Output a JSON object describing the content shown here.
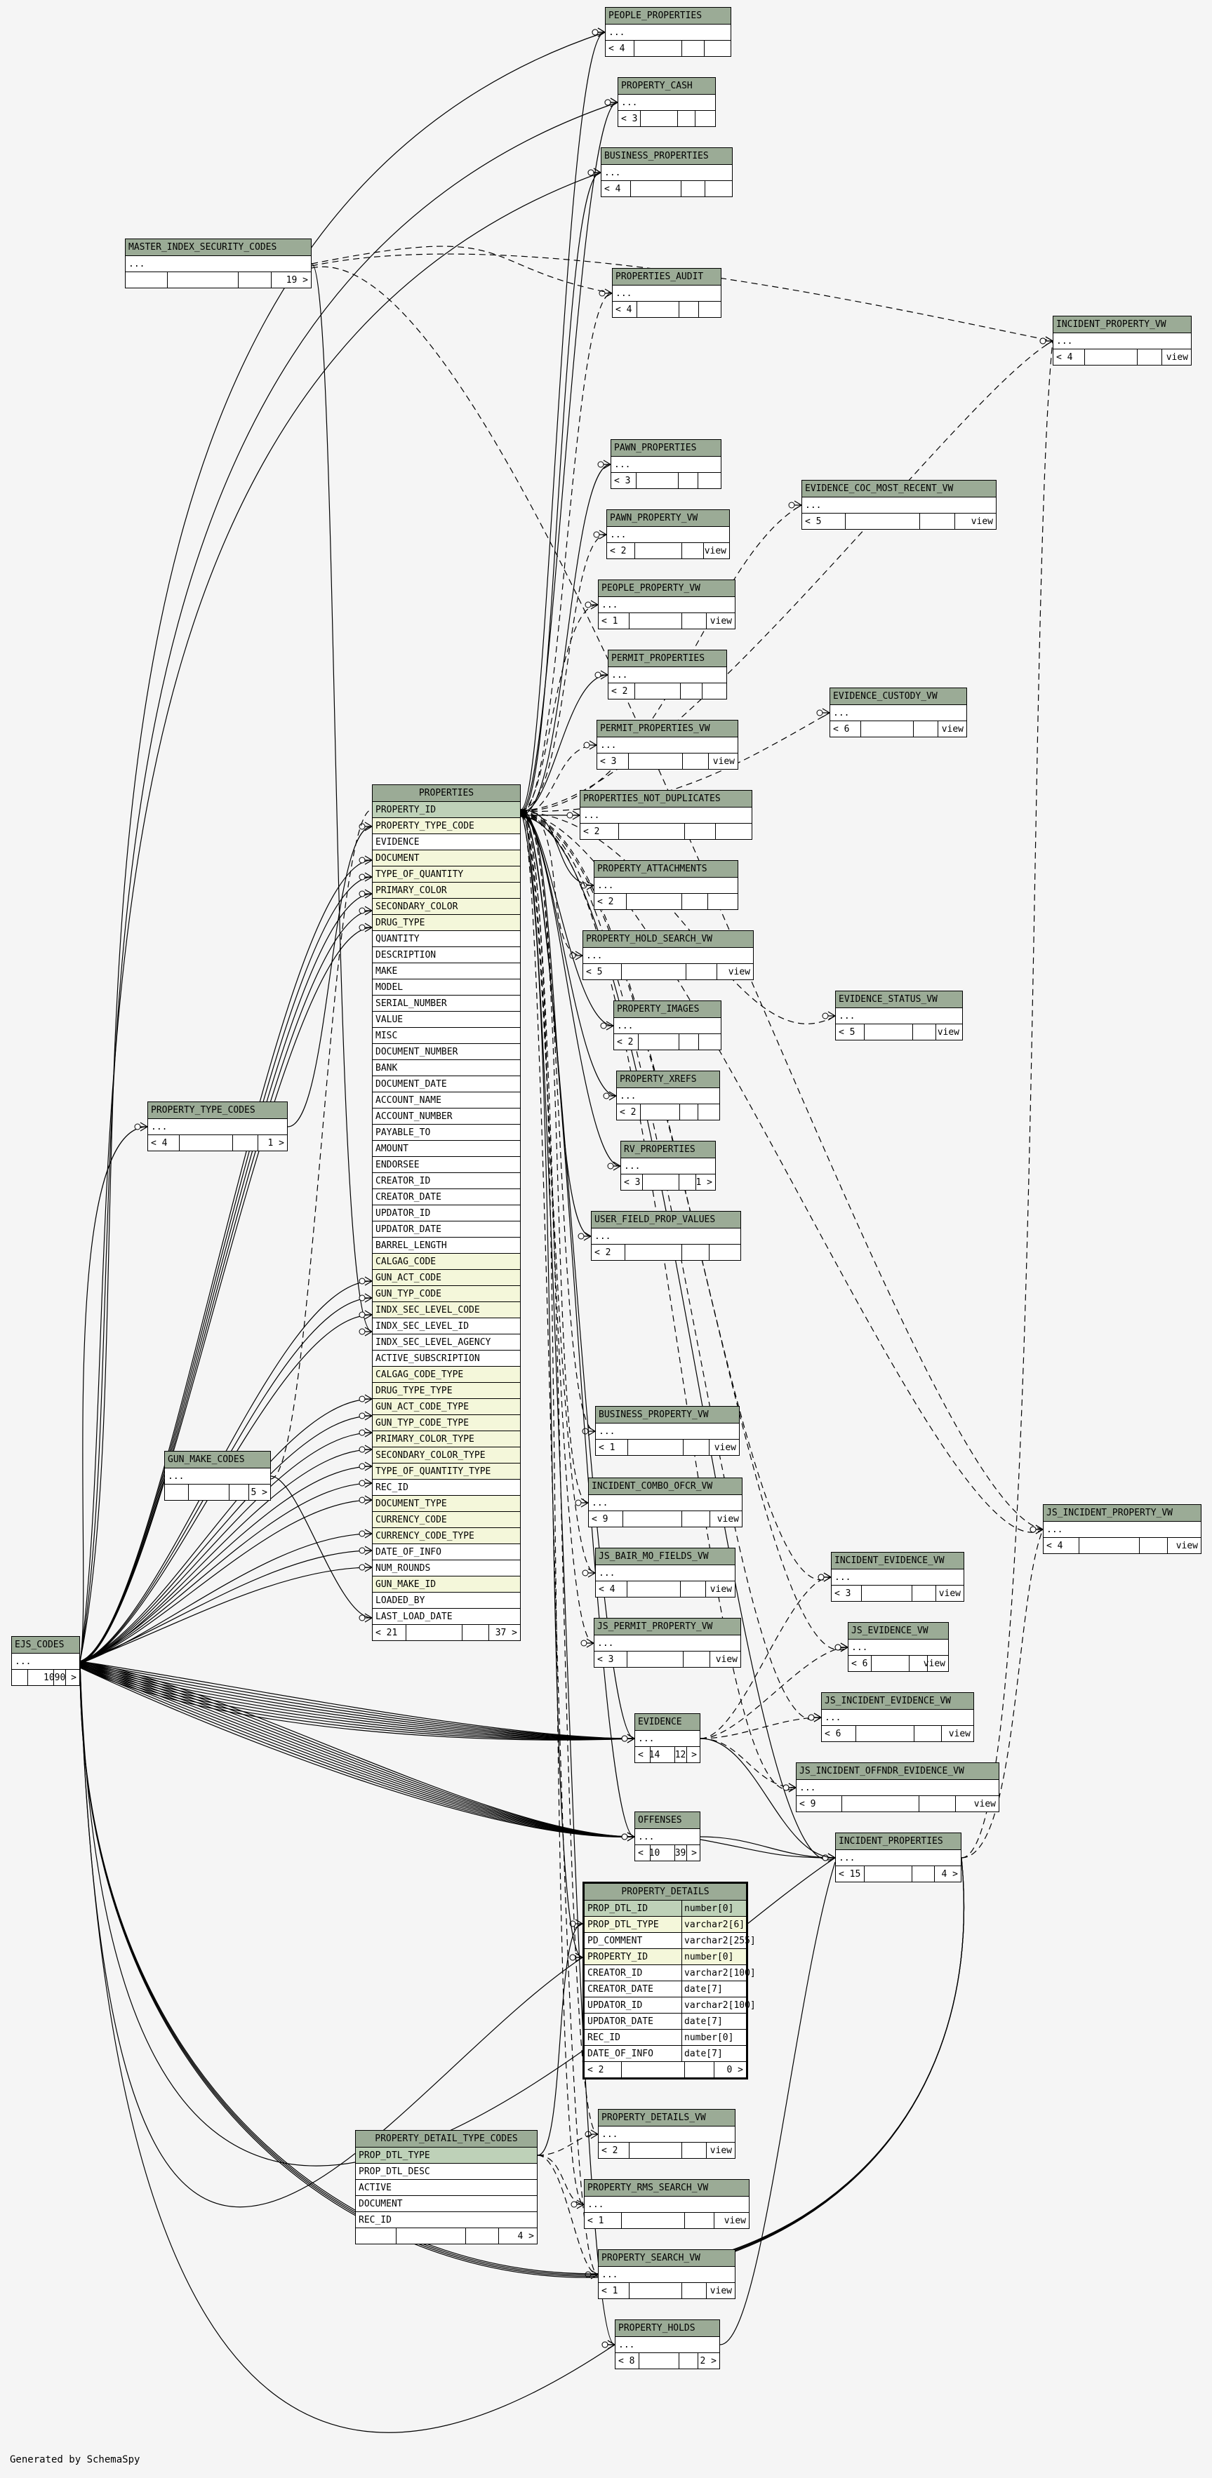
{
  "footer": "Generated by SchemaSpy",
  "colors": {
    "header": "#9bab96",
    "primary_key": "#bed1b8",
    "foreign_key": "#f4f7da",
    "line": "#000000"
  },
  "tables": [
    {
      "id": "people_properties",
      "name": "PEOPLE_PROPERTIES",
      "rows": [
        "..."
      ],
      "foot_left": "< 4",
      "foot_right": ""
    },
    {
      "id": "property_cash",
      "name": "PROPERTY_CASH",
      "rows": [
        "..."
      ],
      "foot_left": "< 3",
      "foot_right": ""
    },
    {
      "id": "business_properties",
      "name": "BUSINESS_PROPERTIES",
      "rows": [
        "..."
      ],
      "foot_left": "< 4",
      "foot_right": ""
    },
    {
      "id": "master_index_security_codes",
      "name": "MASTER_INDEX_SECURITY_CODES",
      "rows": [
        "..."
      ],
      "foot_left": "",
      "foot_right": "19 >"
    },
    {
      "id": "properties_audit",
      "name": "PROPERTIES_AUDIT",
      "rows": [
        "..."
      ],
      "foot_left": "< 4",
      "foot_right": ""
    },
    {
      "id": "incident_property_vw",
      "name": "INCIDENT_PROPERTY_VW",
      "rows": [
        "..."
      ],
      "foot_left": "< 4",
      "foot_right": "view"
    },
    {
      "id": "pawn_properties",
      "name": "PAWN_PROPERTIES",
      "rows": [
        "..."
      ],
      "foot_left": "< 3",
      "foot_right": ""
    },
    {
      "id": "evidence_coc_most_recent_vw",
      "name": "EVIDENCE_COC_MOST_RECENT_VW",
      "rows": [
        "..."
      ],
      "foot_left": "< 5",
      "foot_right": "view"
    },
    {
      "id": "pawn_property_vw",
      "name": "PAWN_PROPERTY_VW",
      "rows": [
        "..."
      ],
      "foot_left": "< 2",
      "foot_right": "view"
    },
    {
      "id": "people_property_vw",
      "name": "PEOPLE_PROPERTY_VW",
      "rows": [
        "..."
      ],
      "foot_left": "< 1",
      "foot_right": "view"
    },
    {
      "id": "permit_properties",
      "name": "PERMIT_PROPERTIES",
      "rows": [
        "..."
      ],
      "foot_left": "< 2",
      "foot_right": ""
    },
    {
      "id": "evidence_custody_vw",
      "name": "EVIDENCE_CUSTODY_VW",
      "rows": [
        "..."
      ],
      "foot_left": "< 6",
      "foot_right": "view"
    },
    {
      "id": "permit_properties_vw",
      "name": "PERMIT_PROPERTIES_VW",
      "rows": [
        "..."
      ],
      "foot_left": "< 3",
      "foot_right": "view"
    },
    {
      "id": "properties_not_duplicates",
      "name": "PROPERTIES_NOT_DUPLICATES",
      "rows": [
        "..."
      ],
      "foot_left": "< 2",
      "foot_right": ""
    },
    {
      "id": "property_attachments",
      "name": "PROPERTY_ATTACHMENTS",
      "rows": [
        "..."
      ],
      "foot_left": "< 2",
      "foot_right": ""
    },
    {
      "id": "property_hold_search_vw",
      "name": "PROPERTY_HOLD_SEARCH_VW",
      "rows": [
        "..."
      ],
      "foot_left": "< 5",
      "foot_right": "view"
    },
    {
      "id": "evidence_status_vw",
      "name": "EVIDENCE_STATUS_VW",
      "rows": [
        "..."
      ],
      "foot_left": "< 5",
      "foot_right": "view"
    },
    {
      "id": "property_images",
      "name": "PROPERTY_IMAGES",
      "rows": [
        "..."
      ],
      "foot_left": "< 2",
      "foot_right": ""
    },
    {
      "id": "property_xrefs",
      "name": "PROPERTY_XREFS",
      "rows": [
        "..."
      ],
      "foot_left": "< 2",
      "foot_right": ""
    },
    {
      "id": "property_type_codes",
      "name": "PROPERTY_TYPE_CODES",
      "rows": [
        "..."
      ],
      "foot_left": "< 4",
      "foot_right": "1 >"
    },
    {
      "id": "rv_properties",
      "name": "RV_PROPERTIES",
      "rows": [
        "..."
      ],
      "foot_left": "< 3",
      "foot_right": "1 >"
    },
    {
      "id": "user_field_prop_values",
      "name": "USER_FIELD_PROP_VALUES",
      "rows": [
        "..."
      ],
      "foot_left": "< 2",
      "foot_right": ""
    },
    {
      "id": "business_property_vw",
      "name": "BUSINESS_PROPERTY_VW",
      "rows": [
        "..."
      ],
      "foot_left": "< 1",
      "foot_right": "view"
    },
    {
      "id": "gun_make_codes",
      "name": "GUN_MAKE_CODES",
      "rows": [
        "..."
      ],
      "foot_left": "",
      "foot_right": "5 >"
    },
    {
      "id": "incident_combo_ofcr_vw",
      "name": "INCIDENT_COMBO_OFCR_VW",
      "rows": [
        "..."
      ],
      "foot_left": "< 9",
      "foot_right": "view"
    },
    {
      "id": "js_incident_property_vw",
      "name": "JS_INCIDENT_PROPERTY_VW",
      "rows": [
        "..."
      ],
      "foot_left": "< 4",
      "foot_right": "view"
    },
    {
      "id": "js_bair_mo_fields_vw",
      "name": "JS_BAIR_MO_FIELDS_VW",
      "rows": [
        "..."
      ],
      "foot_left": "< 4",
      "foot_right": "view"
    },
    {
      "id": "incident_evidence_vw",
      "name": "INCIDENT_EVIDENCE_VW",
      "rows": [
        "..."
      ],
      "foot_left": "< 3",
      "foot_right": "view"
    },
    {
      "id": "js_permit_property_vw",
      "name": "JS_PERMIT_PROPERTY_VW",
      "rows": [
        "..."
      ],
      "foot_left": "< 3",
      "foot_right": "view"
    },
    {
      "id": "js_evidence_vw",
      "name": "JS_EVIDENCE_VW",
      "rows": [
        "..."
      ],
      "foot_left": "< 6",
      "foot_right": "view"
    },
    {
      "id": "ejs_codes",
      "name": "EJS_CODES",
      "rows": [
        "..."
      ],
      "foot_left": "",
      "foot_right": "1090 >"
    },
    {
      "id": "js_incident_evidence_vw",
      "name": "JS_INCIDENT_EVIDENCE_VW",
      "rows": [
        "..."
      ],
      "foot_left": "< 6",
      "foot_right": "view"
    },
    {
      "id": "evidence",
      "name": "EVIDENCE",
      "rows": [
        "..."
      ],
      "foot_left": "< 14",
      "foot_right": "12 >"
    },
    {
      "id": "js_incident_offndr_evidence_vw",
      "name": "JS_INCIDENT_OFFNDR_EVIDENCE_VW",
      "rows": [
        "..."
      ],
      "foot_left": "< 9",
      "foot_right": "view"
    },
    {
      "id": "offenses",
      "name": "OFFENSES",
      "rows": [
        "..."
      ],
      "foot_left": "< 10",
      "foot_right": "39 >"
    },
    {
      "id": "incident_properties",
      "name": "INCIDENT_PROPERTIES",
      "rows": [
        "..."
      ],
      "foot_left": "< 15",
      "foot_right": "4 >"
    },
    {
      "id": "property_details_vw",
      "name": "PROPERTY_DETAILS_VW",
      "rows": [
        "..."
      ],
      "foot_left": "< 2",
      "foot_right": "view"
    },
    {
      "id": "property_detail_type_codes",
      "name": "PROPERTY_DETAIL_TYPE_CODES",
      "rows": [
        "PROP_DTL_TYPE",
        "PROP_DTL_DESC",
        "ACTIVE",
        "DOCUMENT",
        "REC_ID"
      ],
      "pk": [
        0
      ],
      "fk": [],
      "foot_left": "",
      "foot_right": "4 >"
    },
    {
      "id": "property_rms_search_vw",
      "name": "PROPERTY_RMS_SEARCH_VW",
      "rows": [
        "..."
      ],
      "foot_left": "< 1",
      "foot_right": "view"
    },
    {
      "id": "property_search_vw",
      "name": "PROPERTY_SEARCH_VW",
      "rows": [
        "..."
      ],
      "foot_left": "< 1",
      "foot_right": "view"
    },
    {
      "id": "property_holds",
      "name": "PROPERTY_HOLDS",
      "rows": [
        "..."
      ],
      "foot_left": "< 8",
      "foot_right": "2 >"
    }
  ],
  "properties": {
    "name": "PROPERTIES",
    "columns": [
      "PROPERTY_ID",
      "PROPERTY_TYPE_CODE",
      "EVIDENCE",
      "DOCUMENT",
      "TYPE_OF_QUANTITY",
      "PRIMARY_COLOR",
      "SECONDARY_COLOR",
      "DRUG_TYPE",
      "QUANTITY",
      "DESCRIPTION",
      "MAKE",
      "MODEL",
      "SERIAL_NUMBER",
      "VALUE",
      "MISC",
      "DOCUMENT_NUMBER",
      "BANK",
      "DOCUMENT_DATE",
      "ACCOUNT_NAME",
      "ACCOUNT_NUMBER",
      "PAYABLE_TO",
      "AMOUNT",
      "ENDORSEE",
      "CREATOR_ID",
      "CREATOR_DATE",
      "UPDATOR_ID",
      "UPDATOR_DATE",
      "BARREL_LENGTH",
      "CALGAG_CODE",
      "GUN_ACT_CODE",
      "GUN_TYP_CODE",
      "INDX_SEC_LEVEL_CODE",
      "INDX_SEC_LEVEL_ID",
      "INDX_SEC_LEVEL_AGENCY",
      "ACTIVE_SUBSCRIPTION",
      "CALGAG_CODE_TYPE",
      "DRUG_TYPE_TYPE",
      "GUN_ACT_CODE_TYPE",
      "GUN_TYP_CODE_TYPE",
      "PRIMARY_COLOR_TYPE",
      "SECONDARY_COLOR_TYPE",
      "TYPE_OF_QUANTITY_TYPE",
      "REC_ID",
      "DOCUMENT_TYPE",
      "CURRENCY_CODE",
      "CURRENCY_CODE_TYPE",
      "DATE_OF_INFO",
      "NUM_ROUNDS",
      "GUN_MAKE_ID",
      "LOADED_BY",
      "LAST_LOAD_DATE"
    ],
    "pk": [
      0
    ],
    "fk": [
      1,
      3,
      4,
      5,
      6,
      7,
      28,
      29,
      30,
      31,
      35,
      36,
      37,
      38,
      39,
      40,
      41,
      43,
      44,
      45,
      48
    ],
    "foot_left": "< 21",
    "foot_right": "37 >"
  },
  "property_details": {
    "name": "PROPERTY_DETAILS",
    "columns": [
      {
        "name": "PROP_DTL_ID",
        "type": "number[0]"
      },
      {
        "name": "PROP_DTL_TYPE",
        "type": "varchar2[6]"
      },
      {
        "name": "PD_COMMENT",
        "type": "varchar2[255]"
      },
      {
        "name": "PROPERTY_ID",
        "type": "number[0]"
      },
      {
        "name": "CREATOR_ID",
        "type": "varchar2[100]"
      },
      {
        "name": "CREATOR_DATE",
        "type": "date[7]"
      },
      {
        "name": "UPDATOR_ID",
        "type": "varchar2[100]"
      },
      {
        "name": "UPDATOR_DATE",
        "type": "date[7]"
      },
      {
        "name": "REC_ID",
        "type": "number[0]"
      },
      {
        "name": "DATE_OF_INFO",
        "type": "date[7]"
      }
    ],
    "pk": [
      0
    ],
    "fk": [
      1,
      3
    ],
    "foot_left": "< 2",
    "foot_right": "0 >"
  }
}
